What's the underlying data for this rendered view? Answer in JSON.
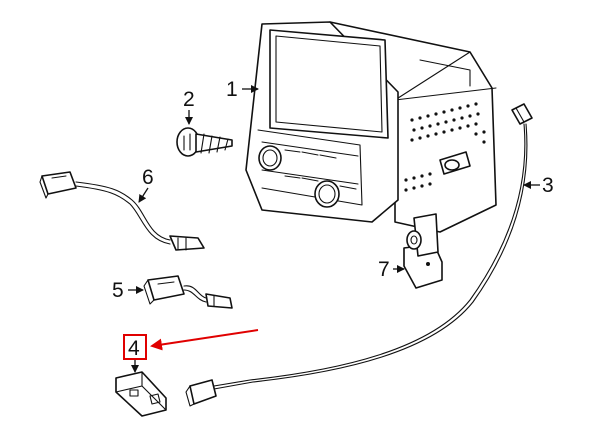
{
  "diagram": {
    "callouts": [
      {
        "id": "1",
        "label": "1"
      },
      {
        "id": "2",
        "label": "2"
      },
      {
        "id": "3",
        "label": "3"
      },
      {
        "id": "4",
        "label": "4"
      },
      {
        "id": "5",
        "label": "5"
      },
      {
        "id": "6",
        "label": "6"
      },
      {
        "id": "7",
        "label": "7"
      }
    ],
    "highlight": {
      "callout": "4",
      "color": "#e00000"
    },
    "colors": {
      "line": "#111111",
      "background": "#ffffff",
      "highlight": "#e00000"
    }
  }
}
